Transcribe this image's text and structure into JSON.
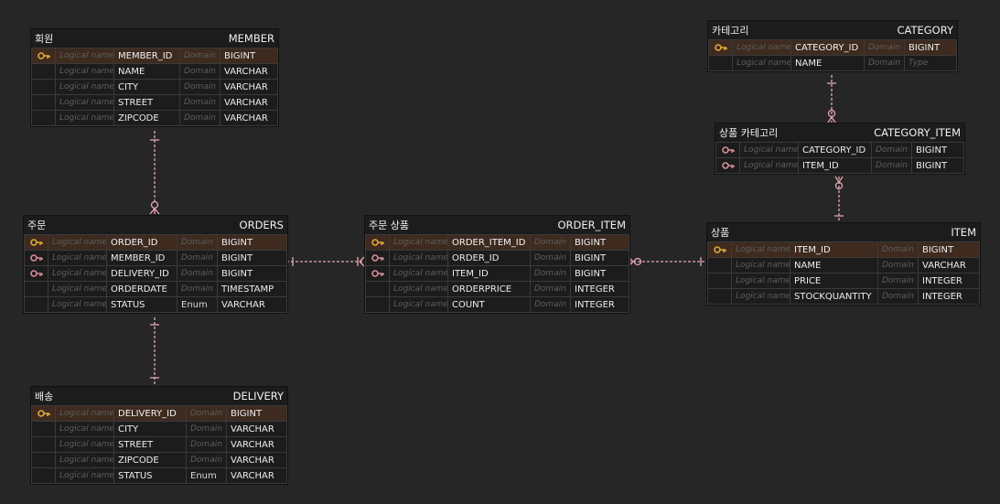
{
  "colors": {
    "background": "#262626",
    "pk_row": "#3e2a1f",
    "pk_key": "#e0a93a",
    "fk_key": "#d88c98",
    "relation_line": "#e5a7b2"
  },
  "entities": {
    "member": {
      "logical": "회원",
      "physical": "MEMBER",
      "columns": [
        {
          "key": "pk",
          "logical": "Logical name",
          "name": "MEMBER_ID",
          "domain": "Domain",
          "type": "BIGINT"
        },
        {
          "key": "",
          "logical": "Logical name",
          "name": "NAME",
          "domain": "Domain",
          "type": "VARCHAR"
        },
        {
          "key": "",
          "logical": "Logical name",
          "name": "CITY",
          "domain": "Domain",
          "type": "VARCHAR"
        },
        {
          "key": "",
          "logical": "Logical name",
          "name": "STREET",
          "domain": "Domain",
          "type": "VARCHAR"
        },
        {
          "key": "",
          "logical": "Logical name",
          "name": "ZIPCODE",
          "domain": "Domain",
          "type": "VARCHAR"
        }
      ]
    },
    "orders": {
      "logical": "주문",
      "physical": "ORDERS",
      "columns": [
        {
          "key": "pk",
          "logical": "Logical name",
          "name": "ORDER_ID",
          "domain": "Domain",
          "type": "BIGINT"
        },
        {
          "key": "fk",
          "logical": "Logical name",
          "name": "MEMBER_ID",
          "domain": "Domain",
          "type": "BIGINT"
        },
        {
          "key": "fk",
          "logical": "Logical name",
          "name": " DELIVERY_ID",
          "domain": "Domain",
          "type": "BIGINT"
        },
        {
          "key": "",
          "logical": "Logical name",
          "name": "ORDERDATE",
          "domain": "Domain",
          "type": "TIMESTAMP"
        },
        {
          "key": "",
          "logical": "Logical name",
          "name": "STATUS",
          "domain": "Enum",
          "type": "VARCHAR"
        }
      ]
    },
    "delivery": {
      "logical": "배송",
      "physical": "DELIVERY",
      "columns": [
        {
          "key": "pk",
          "logical": "Logical name",
          "name": " DELIVERY_ID",
          "domain": "Domain",
          "type": "BIGINT"
        },
        {
          "key": "",
          "logical": "Logical name",
          "name": "CITY",
          "domain": "Domain",
          "type": "VARCHAR"
        },
        {
          "key": "",
          "logical": "Logical name",
          "name": "STREET",
          "domain": "Domain",
          "type": "VARCHAR"
        },
        {
          "key": "",
          "logical": "Logical name",
          "name": "ZIPCODE",
          "domain": "Domain",
          "type": "VARCHAR"
        },
        {
          "key": "",
          "logical": "Logical name",
          "name": "STATUS",
          "domain": "Enum",
          "type": "VARCHAR"
        }
      ]
    },
    "order_item": {
      "logical": "주문 상품",
      "physical": "ORDER_ITEM",
      "columns": [
        {
          "key": "pk",
          "logical": "Logical name",
          "name": "ORDER_ITEM_ID",
          "domain": "Domain",
          "type": "BIGINT"
        },
        {
          "key": "fk",
          "logical": "Logical name",
          "name": "ORDER_ID",
          "domain": "Domain",
          "type": "BIGINT"
        },
        {
          "key": "fk",
          "logical": "Logical name",
          "name": "ITEM_ID",
          "domain": "Domain",
          "type": "BIGINT"
        },
        {
          "key": "",
          "logical": "Logical name",
          "name": "ORDERPRICE",
          "domain": "Domain",
          "type": "INTEGER"
        },
        {
          "key": "",
          "logical": "Logical name",
          "name": "COUNT",
          "domain": "Domain",
          "type": "INTEGER"
        }
      ]
    },
    "category": {
      "logical": "카테고리",
      "physical": "CATEGORY",
      "columns": [
        {
          "key": "pk",
          "logical": "Logical name",
          "name": "CATEGORY_ID",
          "domain": "Domain",
          "type": "BIGINT"
        },
        {
          "key": "",
          "logical": "Logical name",
          "name": "NAME",
          "domain": "Domain",
          "type": "Type"
        }
      ]
    },
    "category_item": {
      "logical": "상품 카테고리",
      "physical": "CATEGORY_ITEM",
      "columns": [
        {
          "key": "fk",
          "logical": "Logical name",
          "name": "CATEGORY_ID",
          "domain": "Domain",
          "type": "BIGINT"
        },
        {
          "key": "fk",
          "logical": "Logical name",
          "name": "ITEM_ID",
          "domain": "Domain",
          "type": "BIGINT"
        }
      ]
    },
    "item": {
      "logical": "상품",
      "physical": "ITEM",
      "columns": [
        {
          "key": "pk",
          "logical": "Logical name",
          "name": "ITEM_ID",
          "domain": "Domain",
          "type": "BIGINT"
        },
        {
          "key": "",
          "logical": "Logical name",
          "name": "NAME",
          "domain": "Domain",
          "type": "VARCHAR"
        },
        {
          "key": "",
          "logical": "Logical name",
          "name": "PRICE",
          "domain": "Domain",
          "type": "INTEGER"
        },
        {
          "key": "",
          "logical": "Logical name",
          "name": "STOCKQUANTITY",
          "domain": "Domain",
          "type": "INTEGER"
        }
      ]
    }
  }
}
